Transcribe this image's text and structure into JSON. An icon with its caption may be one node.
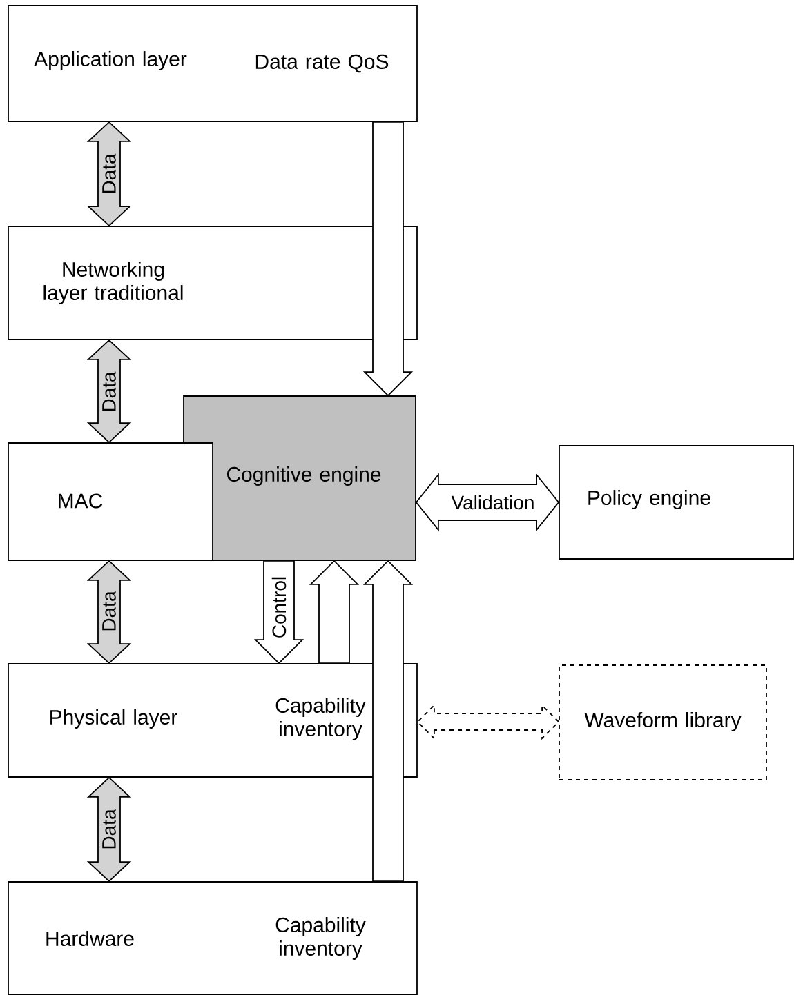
{
  "diagram": {
    "nodes": [
      {
        "text": [
          "Application layer",
          "Data rate QoS"
        ]
      },
      {
        "text": [
          "Networking layer traditional"
        ]
      },
      {
        "text": [
          "MAC"
        ]
      },
      {
        "text": [
          "Cognitive engine"
        ]
      },
      {
        "text": [
          "Policy engine"
        ]
      },
      {
        "text": [
          "Physical layer",
          "Capability inventory"
        ]
      },
      {
        "text": [
          "Hardware",
          "Capability inventory"
        ]
      },
      {
        "text": [
          "Waveform library"
        ]
      }
    ],
    "edges": [
      {
        "from": 0,
        "to": 1,
        "arrow": "both",
        "label": "Data",
        "color": "#d3d3d3"
      },
      {
        "from": 1,
        "to": 2,
        "arrow": "both",
        "label": "Data",
        "color": "#d3d3d3"
      },
      {
        "from": 2,
        "to": 5,
        "arrow": "both",
        "label": "Data",
        "color": "#d3d3d3"
      },
      {
        "from": 5,
        "to": 6,
        "arrow": "both",
        "label": "Data",
        "color": "#d3d3d3"
      },
      {
        "from": 0,
        "to": 3,
        "arrow": "to"
      },
      {
        "from": 3,
        "to": 4,
        "arrow": "both",
        "label": "Validation"
      },
      {
        "from": 3,
        "to": 5,
        "arrow": "to",
        "label": "Control"
      },
      {
        "from": 5,
        "to": 3,
        "arrow": "to"
      },
      {
        "from": 6,
        "to": 3,
        "arrow": "to"
      },
      {
        "from": 5,
        "to": 7,
        "arrow": "both",
        "style": "dashed"
      }
    ]
  }
}
